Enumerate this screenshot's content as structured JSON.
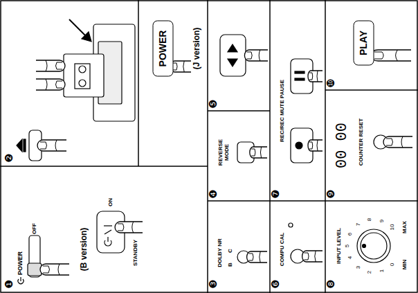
{
  "diagram": {
    "nodes": [
      {
        "text": [
          "POWER"
        ]
      },
      {
        "text": [
          "PLAY"
        ]
      }
    ],
    "labels": [
      "❶",
      "POWER",
      "OFF",
      "(B version)",
      "ON",
      "STANDBY",
      "(J version)",
      "❷",
      "❸",
      "DOLBY NR",
      "B",
      "C",
      "❹",
      "REVERSE MODE",
      "❺",
      "❻",
      "COMPU CAL",
      "❼",
      "REC/REC MUTE PAUSE",
      "❽",
      "INPUT LEVEL",
      "MIN",
      "MAX",
      "0",
      "1",
      "2",
      "3",
      "4",
      "5",
      "6",
      "7",
      "8",
      "9",
      "10",
      "❾",
      "00 00",
      "COUNTER RESET",
      "❿"
    ]
  }
}
